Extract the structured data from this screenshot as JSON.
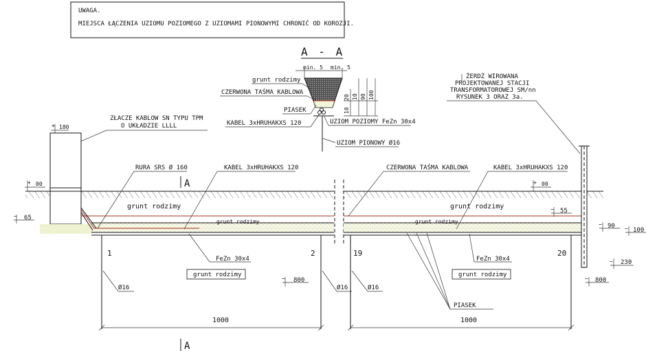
{
  "note": {
    "title": "UWAGA.",
    "text": "MIEJSCA ŁĄCZENIA UZIOMU POZIOMEGO Z UZIOMAMI PIONOWYMI CHRONIĆ OD KOROZJI."
  },
  "section": {
    "title": "A - A",
    "dim_top_left": "min. 5",
    "dim_top_right": "min. 5",
    "dims_vertical": [
      "10",
      "10",
      "20",
      "90",
      "100"
    ],
    "labels": {
      "grunt": "grunt rodzimy",
      "tasma": "CZERWONA TAŚMA KABLOWA",
      "piasek": "PIASEK",
      "kabel": "KABEL 3xHRUHAKXS 120",
      "uziom_poziomy": "UZIOM POZIOMY FeZn 30x4",
      "uziom_pionowy": "UZIOM PIONOWY Ø16"
    }
  },
  "zlacze": {
    "label_1": "ZŁACZE KABLOW SN TYPU TPM",
    "label_2": "O UKŁADZIE LLLL",
    "height_mark": "180"
  },
  "zerdz": {
    "lines": [
      "ŻERDŹ WIROWANA",
      "PROJEKTOWANEJ STACJI",
      "TRANSFORMATOROWEJ SM/nn",
      "RYSUNEK 3 ORAZ 3a."
    ]
  },
  "left_profile": {
    "rura": "RURA SRS Ø 160",
    "kabel": "KABEL 3xHRUHAKXS 120",
    "grunt_upper": "grunt rodzimy",
    "grunt_band": "grunt rodzimy",
    "fezn": "FeZn 30x4",
    "grunt_lower": "grunt rodzimy",
    "num_start": "1",
    "num_end": "2",
    "rod_left": "Ø16",
    "rod_right": "Ø16",
    "level_ground": "00",
    "level_65": "65",
    "level_800": "800",
    "length": "1000",
    "section_mark": "A"
  },
  "right_profile": {
    "tasma": "CZERWONA TAŚMA KABLOWA",
    "kabel": "KABEL 3xHRUHAKXS 120",
    "grunt_upper": "grunt rodzimy",
    "grunt_band": "grunt rodzimy",
    "fezn": "FeZn 30x4",
    "grunt_lower": "grunt rodzimy",
    "piasek": "PIASEK",
    "num_start": "19",
    "num_end": "20",
    "rod_left": "Ø16",
    "level_ground": "00",
    "level_55": "55",
    "level_90": "90",
    "level_100": "100",
    "level_230": "230",
    "level_800": "800",
    "length": "1000"
  }
}
